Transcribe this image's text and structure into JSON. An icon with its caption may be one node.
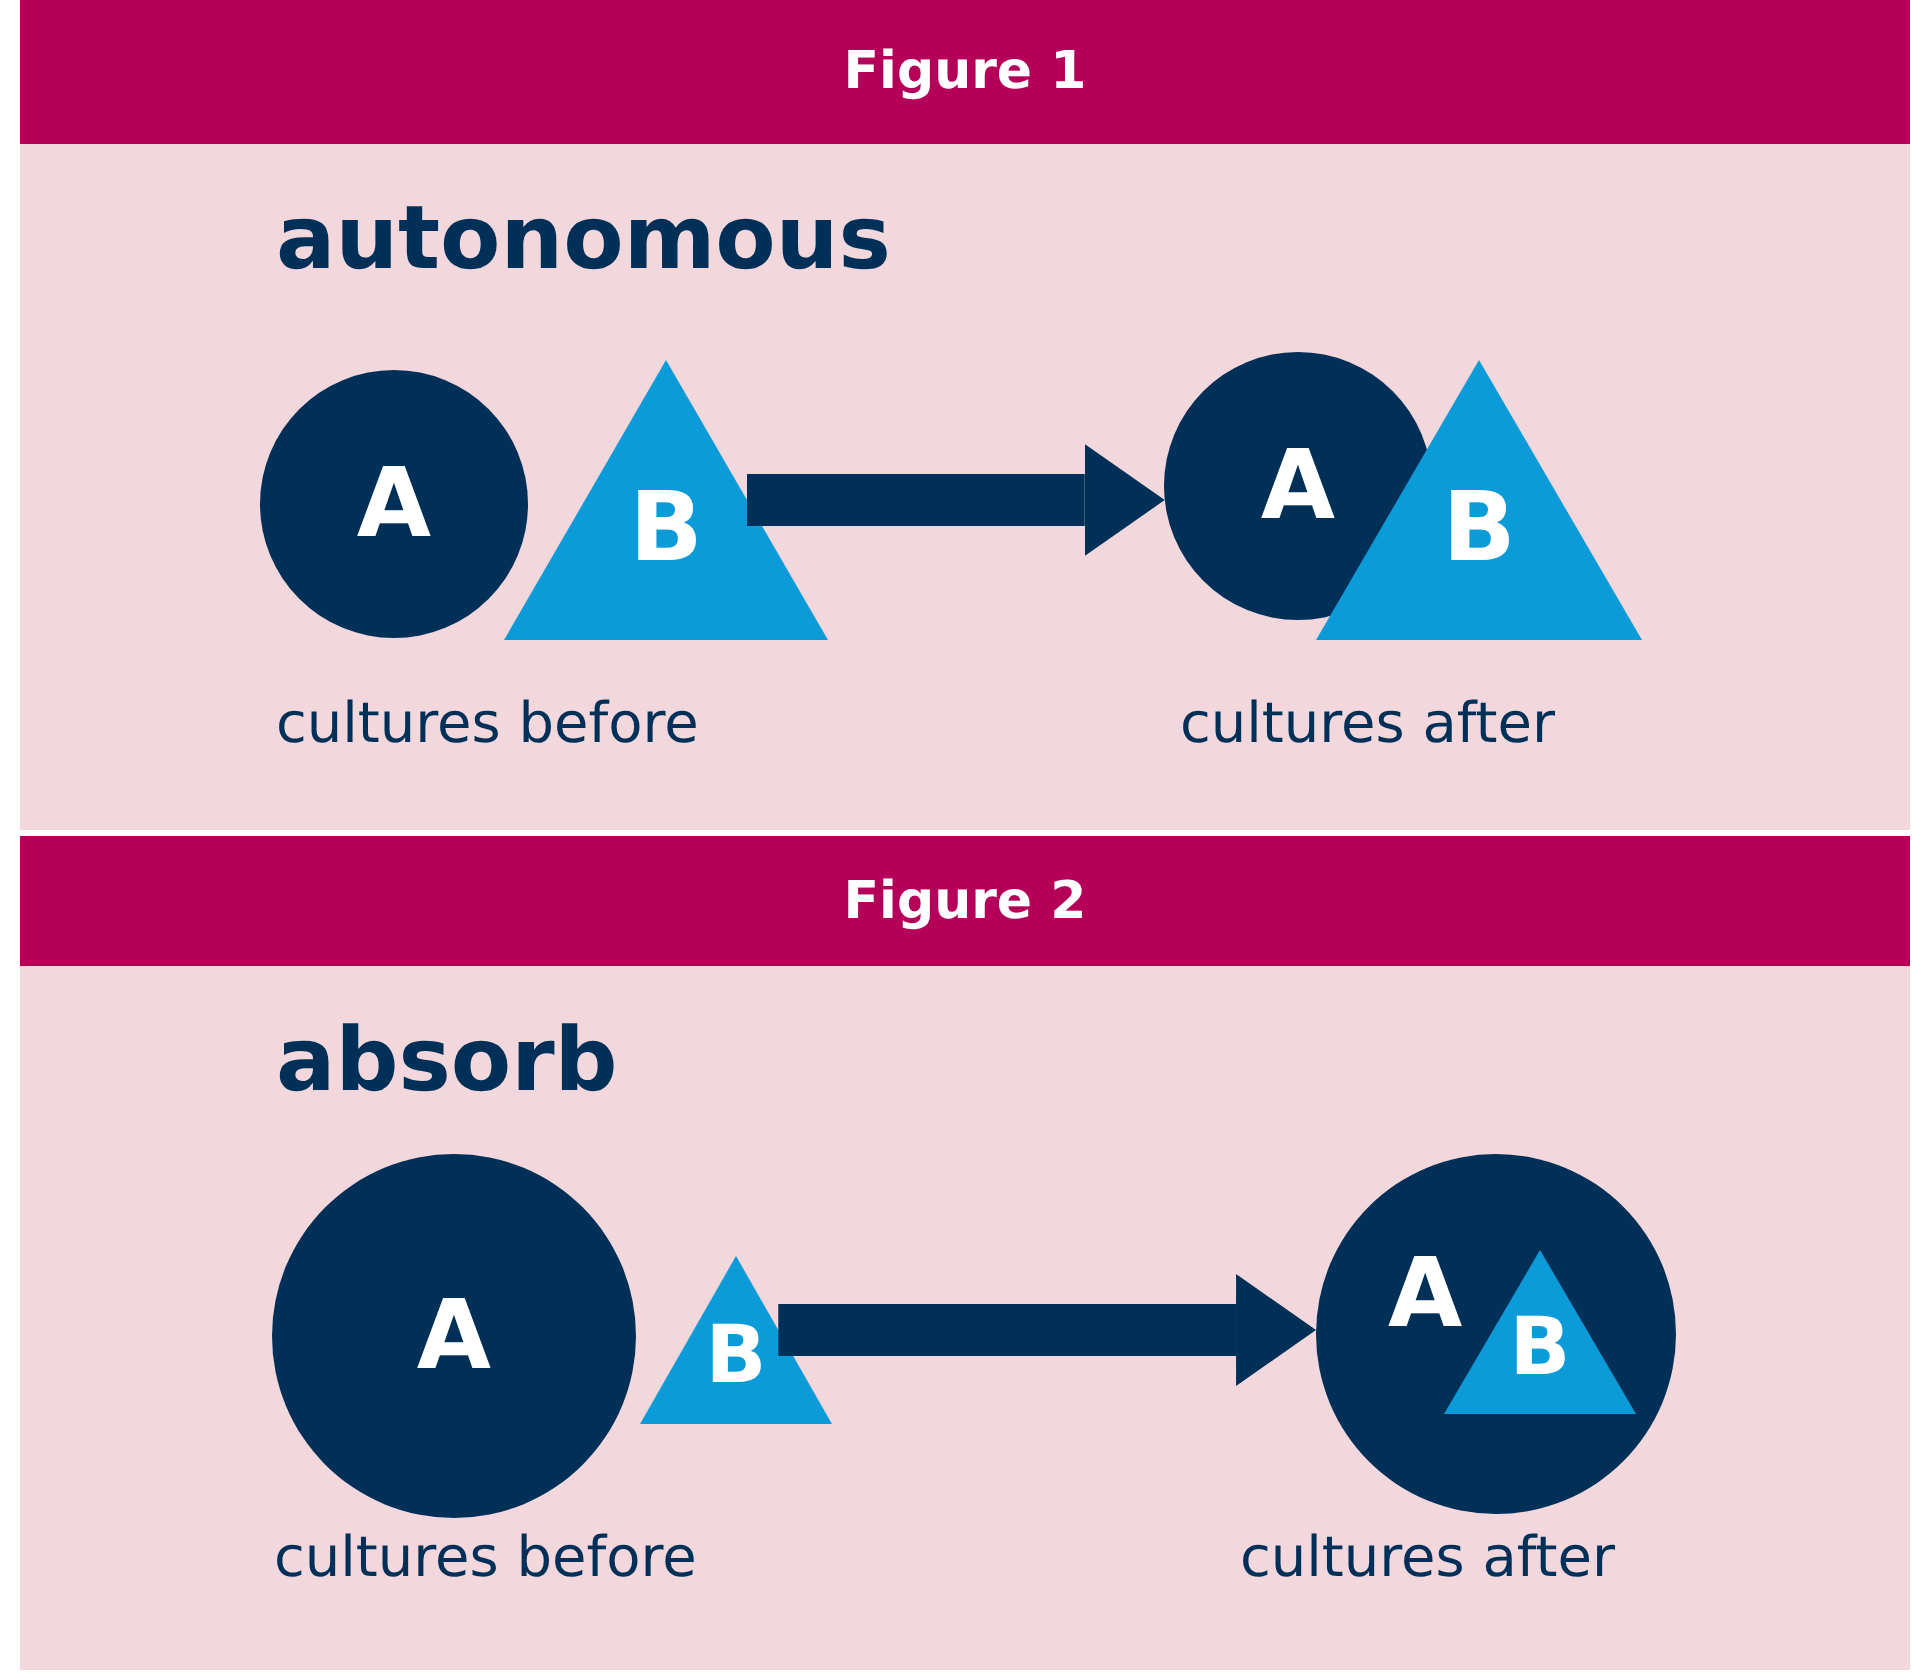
{
  "diagram": {
    "nodes": [
      {
        "text": [
          "Figure 1"
        ]
      },
      {
        "text": [
          "autonomous"
        ]
      },
      {
        "text": [
          "A"
        ],
        "in": 1
      },
      {
        "text": [
          "B"
        ],
        "in": 1
      },
      {
        "text": [
          "A"
        ],
        "in": 1
      },
      {
        "text": [
          "B"
        ],
        "in": 1
      },
      {
        "text": [
          "Figure 2"
        ]
      },
      {
        "text": [
          "absorb"
        ]
      },
      {
        "text": [
          "A"
        ],
        "in": 7
      },
      {
        "text": [
          "B"
        ],
        "in": 7
      },
      {
        "text": [
          "A"
        ],
        "in": 7
      },
      {
        "text": [
          "B"
        ],
        "in": 10
      }
    ],
    "edges": [
      {
        "from": 3,
        "to": 4,
        "arrow": "to"
      },
      {
        "from": 9,
        "to": 10,
        "arrow": "to"
      }
    ],
    "labels": [
      "cultures before",
      "cultures after",
      "cultures before",
      "cultures after"
    ]
  }
}
